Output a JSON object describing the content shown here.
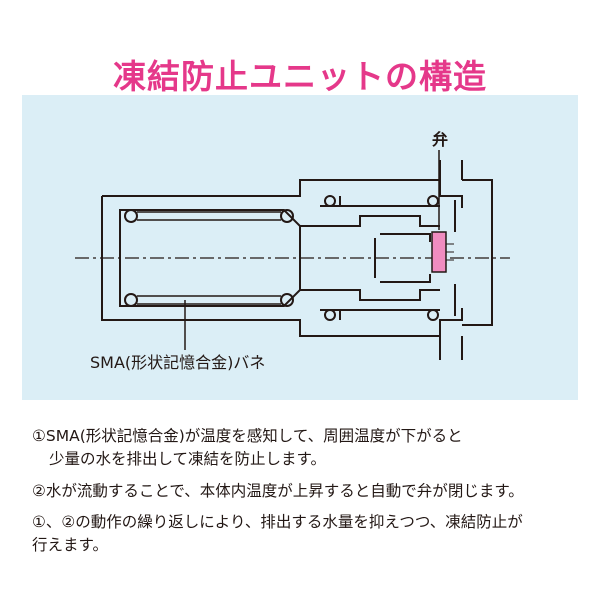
{
  "title": "凍結防止ユニットの構造",
  "diagram": {
    "valve_label": "弁",
    "spring_label": "SMA(形状記憶合金)バネ"
  },
  "notes": [
    {
      "lines": [
        "①SMA(形状記憶合金)が温度を感知して、周囲温度が下がると",
        "少量の水を排出して凍結を防止します。"
      ]
    },
    {
      "lines": [
        "②水が流動することで、本体内温度が上昇すると自動で弁が閉じます。"
      ]
    },
    {
      "lines": [
        "①、②の動作の繰り返しにより、排出する水量を抑えつつ、凍結防止が",
        "行えます。"
      ]
    }
  ],
  "colors": {
    "title": "#e5388a",
    "panel": "#dbeef6",
    "valve": "#f08cc0",
    "line": "#231815"
  }
}
